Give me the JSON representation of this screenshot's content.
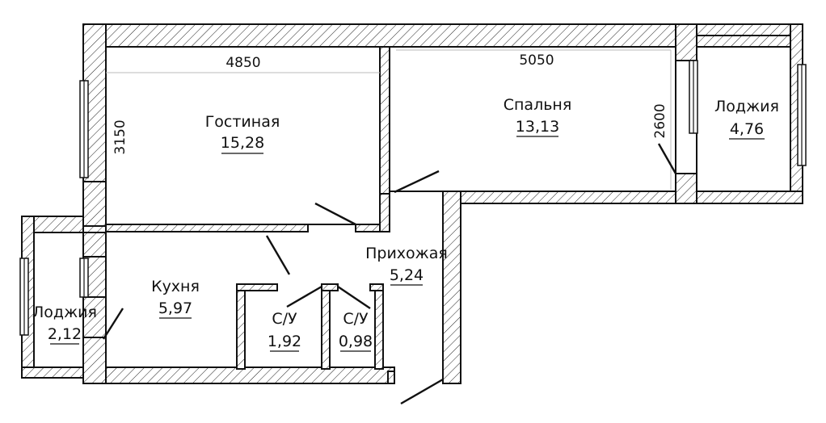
{
  "rooms": {
    "living": {
      "name": "Гостиная",
      "area": "15,28"
    },
    "bedroom": {
      "name": "Спальня",
      "area": "13,13"
    },
    "kitchen": {
      "name": "Кухня",
      "area": "5,97"
    },
    "hall": {
      "name": "Прихожая",
      "area": "5,24"
    },
    "loggia_left": {
      "name": "Лоджия",
      "area": "2,12"
    },
    "loggia_right": {
      "name": "Лоджия",
      "area": "4,76"
    },
    "bath_1": {
      "name": "С/У",
      "area": "1,92"
    },
    "bath_2": {
      "name": "С/У",
      "area": "0,98"
    }
  },
  "dimensions": {
    "living_width": "4850",
    "living_height": "3150",
    "bedroom_width": "5050",
    "bedroom_height": "2600"
  }
}
